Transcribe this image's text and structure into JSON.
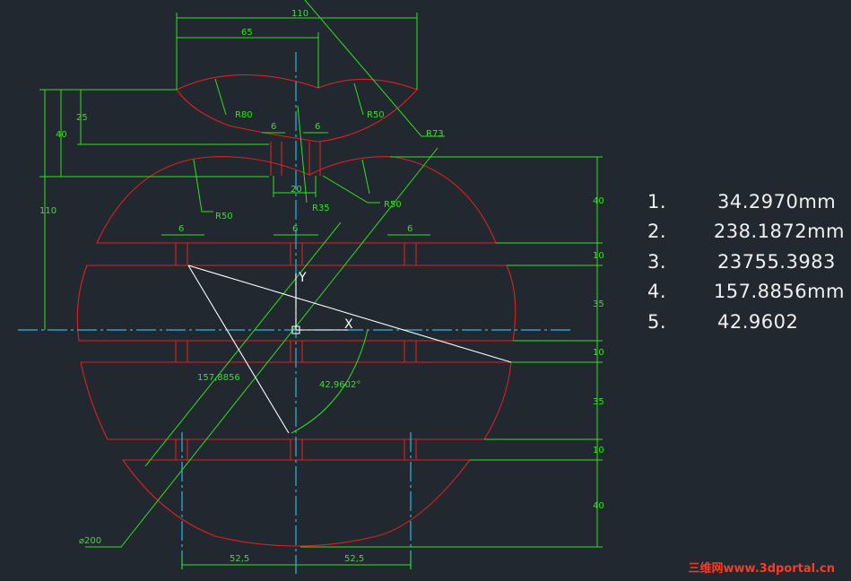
{
  "dimensions": {
    "top_width": "110",
    "top_offset": "65",
    "r80": "R80",
    "r50_top": "R50",
    "r73": "R73",
    "left_25": "25",
    "left_40": "40",
    "left_110": "110",
    "slot_6_left": "6",
    "slot_6_right": "6",
    "slot_20": "20",
    "r35": "R35",
    "r50_left": "R50",
    "r50_mid": "R50",
    "tick_6_a": "6",
    "tick_6_b": "6",
    "tick_6_c": "6",
    "right_40_top": "40",
    "right_10_a": "10",
    "right_35_a": "35",
    "right_10_b": "10",
    "right_35_b": "35",
    "right_10_c": "10",
    "right_40_bot": "40",
    "measured_length": "157,8856",
    "measured_angle": "42,9602°",
    "diameter": "⌀200",
    "bottom_left": "52,5",
    "bottom_right": "52,5",
    "ucs_y": "Y",
    "ucs_x": "X"
  },
  "results": [
    {
      "index": "1.",
      "value": "34.2970mm"
    },
    {
      "index": "2.",
      "value": "238.1872mm"
    },
    {
      "index": "3.",
      "value": "23755.3983"
    },
    {
      "index": "4.",
      "value": "157.8856mm"
    },
    {
      "index": "5.",
      "value": "42.9602"
    }
  ],
  "watermark": "三维网www.3dportal.cn",
  "colors": {
    "background": "#212830",
    "outline": "#e0201f",
    "dimension": "#35e61e",
    "centerline": "#27b8e6",
    "measure": "#ffffff"
  }
}
